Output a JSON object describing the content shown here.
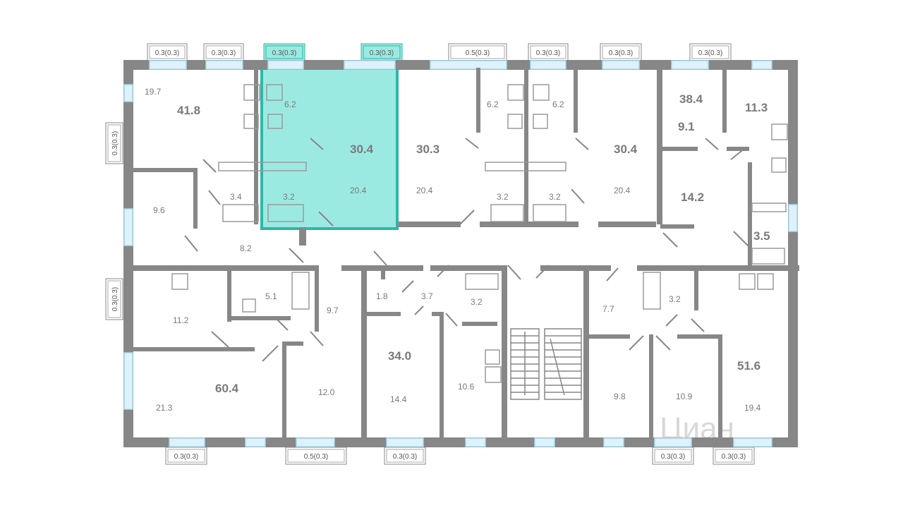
{
  "colors": {
    "wall": "#878787",
    "highlight": "#9BEAE2",
    "highlight_stroke": "#2FB7A6",
    "window": "#a9d9ee",
    "text": "#7a7a7a"
  },
  "watermark": "Циан",
  "balconies": [
    {
      "id": "b1",
      "text": "0.3(0.3)"
    },
    {
      "id": "b2",
      "text": "0.3(0.3)"
    },
    {
      "id": "b3",
      "text": "0.3(0.3)",
      "highlighted": true
    },
    {
      "id": "b4",
      "text": "0.3(0.3)",
      "highlighted": true
    },
    {
      "id": "b5",
      "text": "0.5(0.3)"
    },
    {
      "id": "b6",
      "text": "0.3(0.3)"
    },
    {
      "id": "b7",
      "text": "0.3(0.3)"
    },
    {
      "id": "b8",
      "text": "0.3(0.3)"
    },
    {
      "id": "b9",
      "text": "0.3(0.3)"
    },
    {
      "id": "b10",
      "text": "0.3(0.3)"
    },
    {
      "id": "b11",
      "text": "0.3(0.3)"
    },
    {
      "id": "b12",
      "text": "0.5(0.3)"
    },
    {
      "id": "b13",
      "text": "0.3(0.3)"
    },
    {
      "id": "b14",
      "text": "0.3(0.3)"
    },
    {
      "id": "b15",
      "text": "0.3(0.3)"
    }
  ],
  "areas": [
    {
      "id": "a1",
      "text": "41.8",
      "kind": "total"
    },
    {
      "id": "a2",
      "text": "19.7",
      "kind": "room"
    },
    {
      "id": "a3",
      "text": "6.2",
      "kind": "room"
    },
    {
      "id": "a4",
      "text": "30.4",
      "kind": "total"
    },
    {
      "id": "a5",
      "text": "20.4",
      "kind": "room"
    },
    {
      "id": "a6",
      "text": "3.4",
      "kind": "room"
    },
    {
      "id": "a7",
      "text": "3.2",
      "kind": "room"
    },
    {
      "id": "a8",
      "text": "30.3",
      "kind": "total"
    },
    {
      "id": "a9",
      "text": "20.4",
      "kind": "room"
    },
    {
      "id": "a10",
      "text": "6.2",
      "kind": "room"
    },
    {
      "id": "a11",
      "text": "6.2",
      "kind": "room"
    },
    {
      "id": "a12",
      "text": "3.2",
      "kind": "room"
    },
    {
      "id": "a13",
      "text": "3.2",
      "kind": "room"
    },
    {
      "id": "a14",
      "text": "30.4",
      "kind": "total"
    },
    {
      "id": "a15",
      "text": "20.4",
      "kind": "room"
    },
    {
      "id": "a16",
      "text": "38.4",
      "kind": "total"
    },
    {
      "id": "a17",
      "text": "9.1",
      "kind": "total"
    },
    {
      "id": "a18",
      "text": "11.3",
      "kind": "total"
    },
    {
      "id": "a19",
      "text": "14.2",
      "kind": "total"
    },
    {
      "id": "a20",
      "text": "3.5",
      "kind": "total"
    },
    {
      "id": "a21",
      "text": "9.6",
      "kind": "room"
    },
    {
      "id": "a22",
      "text": "8.2",
      "kind": "room"
    },
    {
      "id": "a23",
      "text": "11.2",
      "kind": "room"
    },
    {
      "id": "a24",
      "text": "5.1",
      "kind": "room"
    },
    {
      "id": "a25",
      "text": "9.7",
      "kind": "room"
    },
    {
      "id": "a26",
      "text": "1.8",
      "kind": "room"
    },
    {
      "id": "a27",
      "text": "3.7",
      "kind": "room"
    },
    {
      "id": "a28",
      "text": "3.2",
      "kind": "room"
    },
    {
      "id": "a29",
      "text": "7.7",
      "kind": "room"
    },
    {
      "id": "a30",
      "text": "3.2",
      "kind": "room"
    },
    {
      "id": "a31",
      "text": "60.4",
      "kind": "total"
    },
    {
      "id": "a32",
      "text": "21.3",
      "kind": "room"
    },
    {
      "id": "a33",
      "text": "12.0",
      "kind": "room"
    },
    {
      "id": "a34",
      "text": "34.0",
      "kind": "total"
    },
    {
      "id": "a35",
      "text": "14.4",
      "kind": "room"
    },
    {
      "id": "a36",
      "text": "10.6",
      "kind": "room"
    },
    {
      "id": "a37",
      "text": "9.8",
      "kind": "room"
    },
    {
      "id": "a38",
      "text": "10.9",
      "kind": "room"
    },
    {
      "id": "a39",
      "text": "51.6",
      "kind": "total"
    },
    {
      "id": "a40",
      "text": "19.4",
      "kind": "room"
    }
  ]
}
